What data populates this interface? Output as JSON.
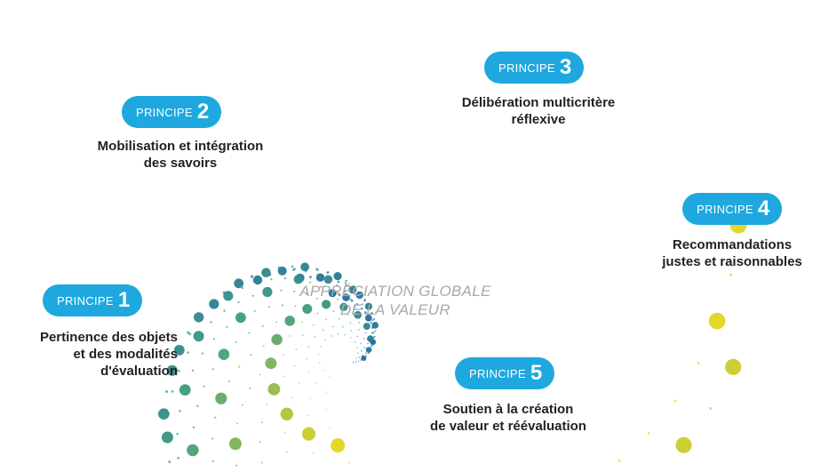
{
  "center_text": "APPRÉCIATION GLOBALE\nDE LA VALEUR",
  "principles": [
    {
      "word": "PRINCIPE",
      "number": "1",
      "label": "Pertinence des objets\net des modalités\nd'évaluation"
    },
    {
      "word": "PRINCIPE",
      "number": "2",
      "label": "Mobilisation et intégration\ndes savoirs"
    },
    {
      "word": "PRINCIPE",
      "number": "3",
      "label": "Délibération multicritère\nréflexive"
    },
    {
      "word": "PRINCIPE",
      "number": "4",
      "label": "Recommandations\njustes et raisonnables"
    },
    {
      "word": "PRINCIPE",
      "number": "5",
      "label": "Soutien à la création\nde valeur et réévaluation"
    }
  ],
  "colors": {
    "badge": "#1ea8df",
    "spiral_start": "#1f6fa0",
    "spiral_mid": "#3f9f7a",
    "spiral_end": "#e3d51a"
  }
}
